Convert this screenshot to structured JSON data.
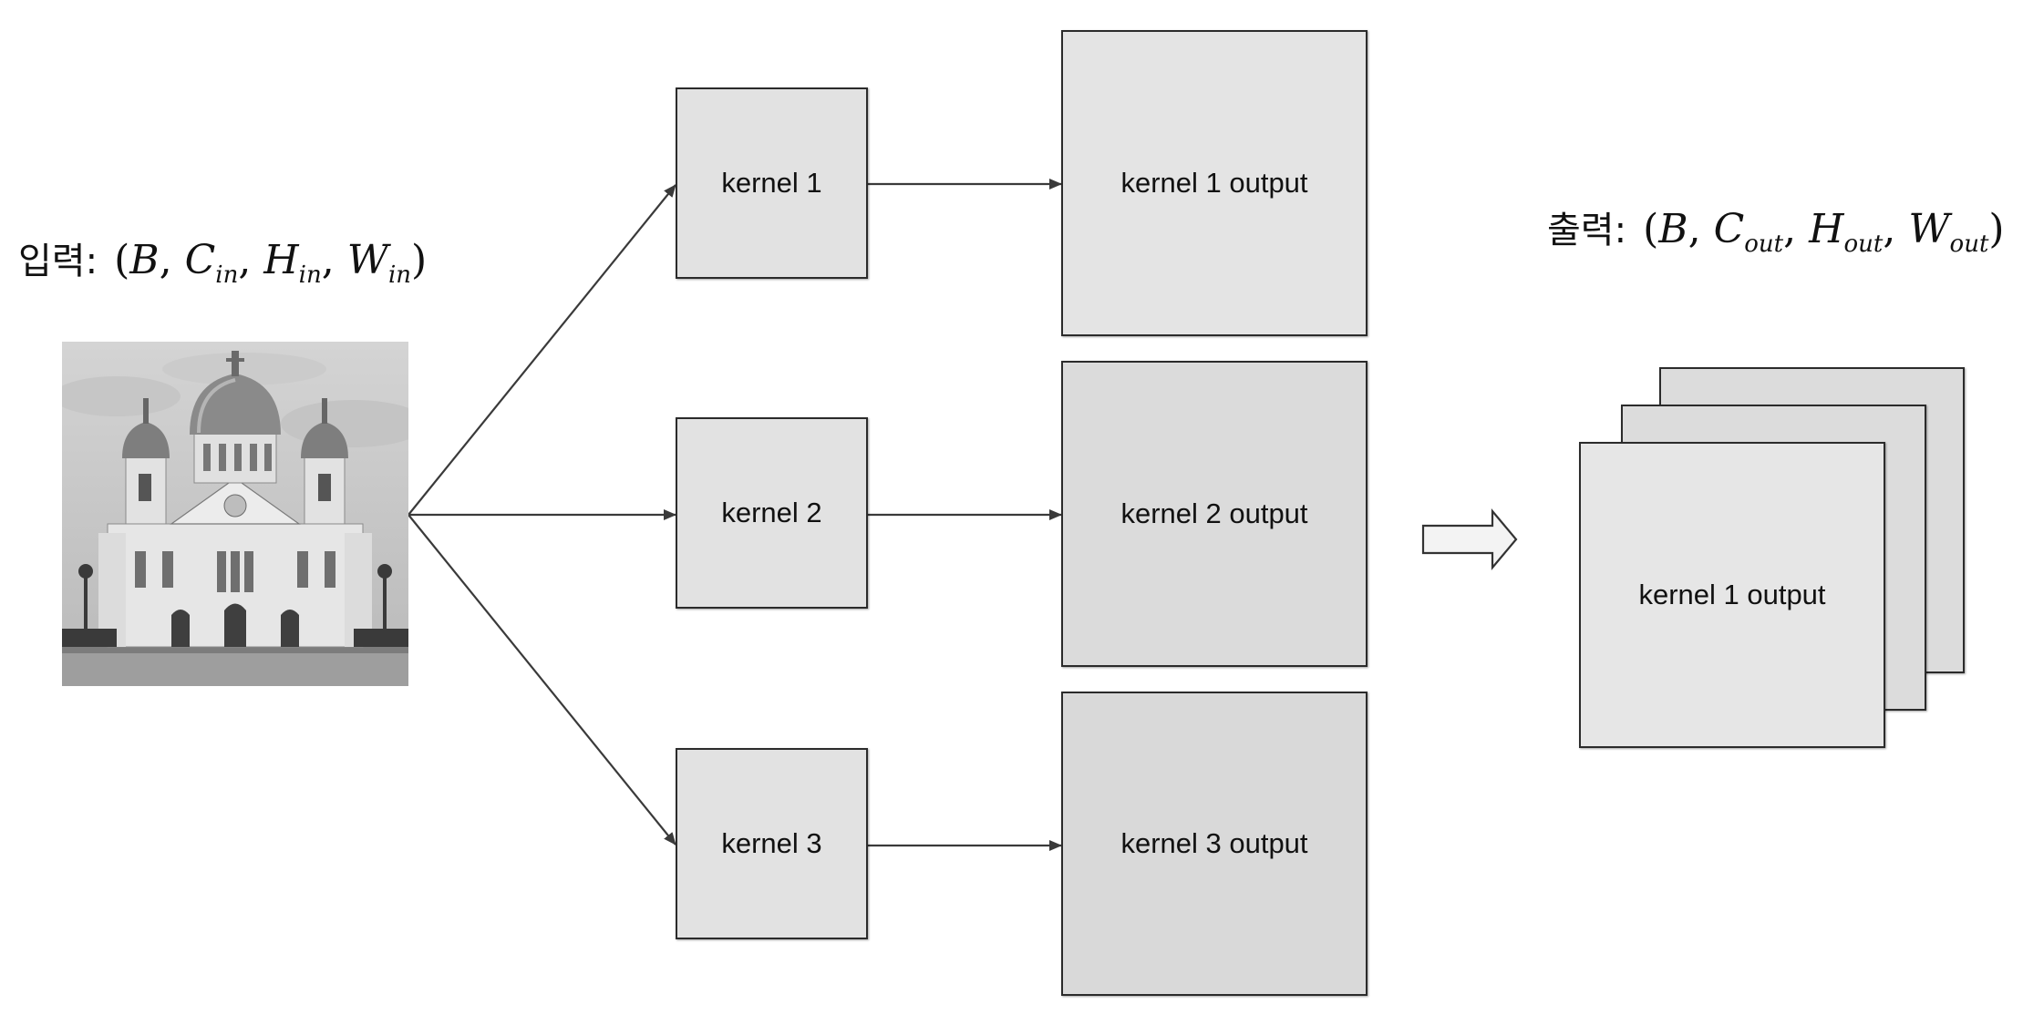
{
  "input_label": {
    "korean": "입력:",
    "open_paren": "(",
    "b": "B",
    "c": "C",
    "c_sub": "in",
    "h": "H",
    "h_sub": "in",
    "w": "W",
    "w_sub": "in",
    "close_paren": ")"
  },
  "output_label": {
    "korean": "출력:",
    "open_paren": "(",
    "b": "B",
    "c": "C",
    "c_sub": "out",
    "h": "H",
    "h_sub": "out",
    "w": "W",
    "w_sub": "out",
    "close_paren": ")"
  },
  "kernels": [
    {
      "label": "kernel 1",
      "output_label": "kernel 1 output"
    },
    {
      "label": "kernel 2",
      "output_label": "kernel 2 output"
    },
    {
      "label": "kernel 3",
      "output_label": "kernel 3 output"
    }
  ],
  "stacked_output": {
    "front_label": "kernel 1 output"
  },
  "colors": {
    "box_border": "#2b2b2b",
    "kernel_fill": "#e2e2e2",
    "output_fill": "#dedede",
    "arrow": "#3a3a3a"
  }
}
